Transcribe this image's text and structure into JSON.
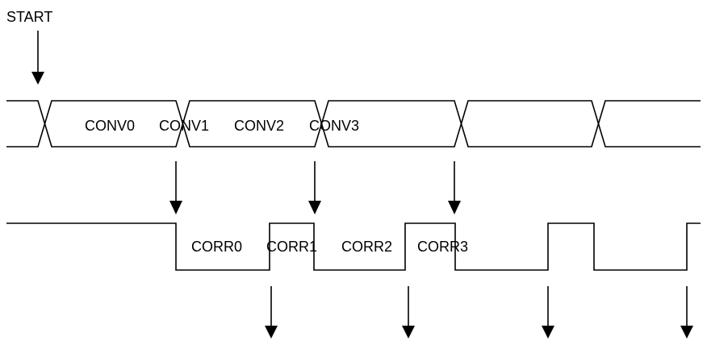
{
  "start_label": "START",
  "conv_labels": [
    "CONV0",
    "CONV1",
    "CONV2",
    "CONV3"
  ],
  "corr_labels": [
    "CORR0",
    "CORR1",
    "CORR2",
    "CORR3"
  ]
}
